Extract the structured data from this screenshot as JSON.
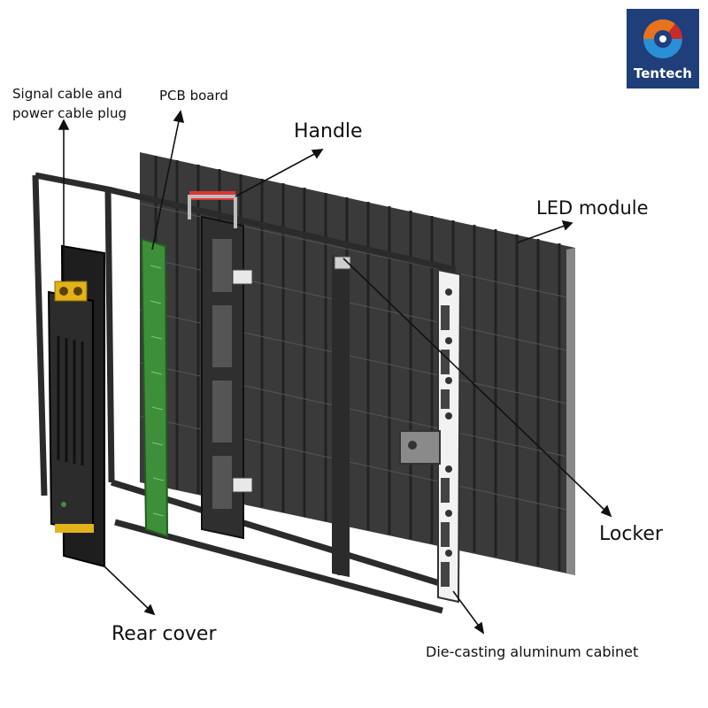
{
  "brand": {
    "name": "Tentech",
    "colors": {
      "logo_bg": "#1f3e7a",
      "logo_orange": "#e8731e",
      "logo_red": "#c92a2a",
      "logo_blue": "#2a8fd6"
    }
  },
  "labels": {
    "signal_cable_line1": "Signal cable and",
    "signal_cable_line2": "power cable plug",
    "pcb_board": "PCB board",
    "handle": "Handle",
    "led_module": "LED module",
    "locker": "Locker",
    "rear_cover": "Rear cover",
    "die_casting_cabinet": "Die-casting aluminum cabinet"
  },
  "colors": {
    "pcb_green": "#3e8f3a",
    "handle_red": "#e03434",
    "frame_dark": "#2b2b2b",
    "led_module_gray": "#3a3a3a",
    "plug_yellow": "#e2b21a"
  },
  "icons": [
    "arrow-icon"
  ]
}
